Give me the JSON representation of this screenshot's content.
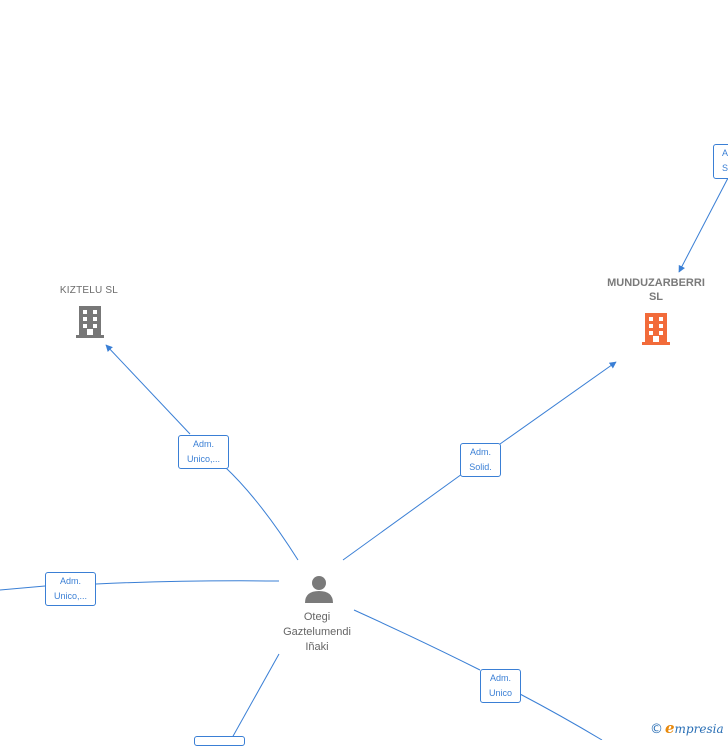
{
  "nodes": {
    "kiztelu": {
      "label": "KIZTELU SL",
      "color": "#777777"
    },
    "munduzarberri": {
      "label_line1": "MUNDUZARBERRI",
      "label_line2": "SL",
      "color": "#f26b3a"
    },
    "person": {
      "label_line1": "Otegi",
      "label_line2": "Gaztelumendi",
      "label_line3": "Iñaki",
      "color": "#7a7a7a"
    }
  },
  "edges": {
    "kiztelu": {
      "line1": "Adm.",
      "line2": "Unico,..."
    },
    "munduzarberri": {
      "line1": "Adm.",
      "line2": "Solid."
    },
    "left": {
      "line1": "Adm.",
      "line2": "Unico,..."
    },
    "bottom_right": {
      "line1": "Adm.",
      "line2": "Unico"
    },
    "top_right": {
      "line1": "A",
      "line2": "S"
    }
  },
  "colors": {
    "edge": "#3a7fd5"
  },
  "watermark": {
    "copyright": "©",
    "brand_initial": "e",
    "brand_rest": "mpresia"
  }
}
